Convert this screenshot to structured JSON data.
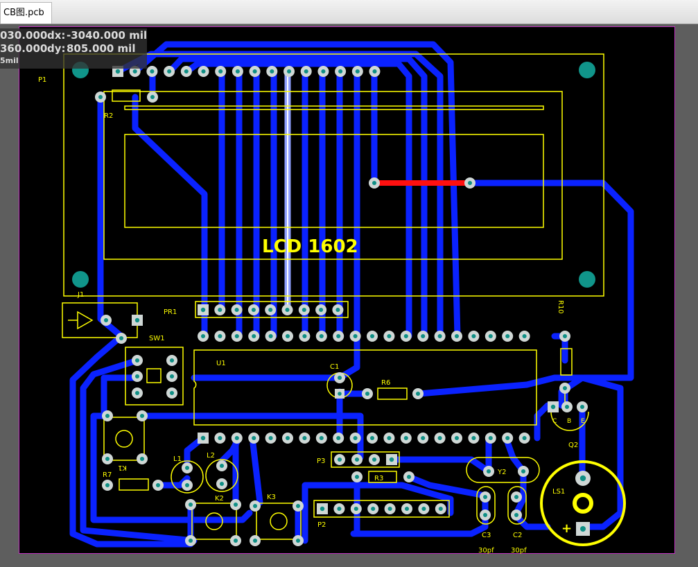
{
  "tab": {
    "label": "CB图.pcb"
  },
  "coordinates": {
    "x_value": "030.000",
    "y_value": "360.000",
    "dx_label": "dx:",
    "dx_value": "-3040.000 mil",
    "dy_label": "dy:",
    "dy_value": "805.000  mil",
    "snap": "5mil"
  },
  "colors": {
    "board": "#000000",
    "bottom_layer": "#0a22ff",
    "top_layer": "#ff1010",
    "silkscreen": "#ffff00",
    "pad": "#cfd7d5",
    "pad_hole": "#0f8f85",
    "board_outline": "#c030c0"
  },
  "silkscreen_labels": {
    "lcd": "LCD  1602",
    "p1": "P1",
    "r2": "R2",
    "j1": "J1",
    "pr1": "PR1",
    "r10": "R10",
    "sw1": "SW1",
    "u1": "U1",
    "c1": "C1",
    "r6": "R6",
    "q2": "Q2",
    "k1": "K1",
    "r7": "R7",
    "l1": "L1",
    "l2": "L2",
    "k2": "K2",
    "k3": "K3",
    "p3": "P3",
    "r3": "R3",
    "p2": "P2",
    "y2": "Y2",
    "ls1": "LS1",
    "c3": "C3",
    "c2": "C2",
    "c3_val": "30pf",
    "c2_val": "30pf",
    "plus": "+",
    "pin_c": "C",
    "pin_b": "B",
    "pin_e": "E"
  }
}
